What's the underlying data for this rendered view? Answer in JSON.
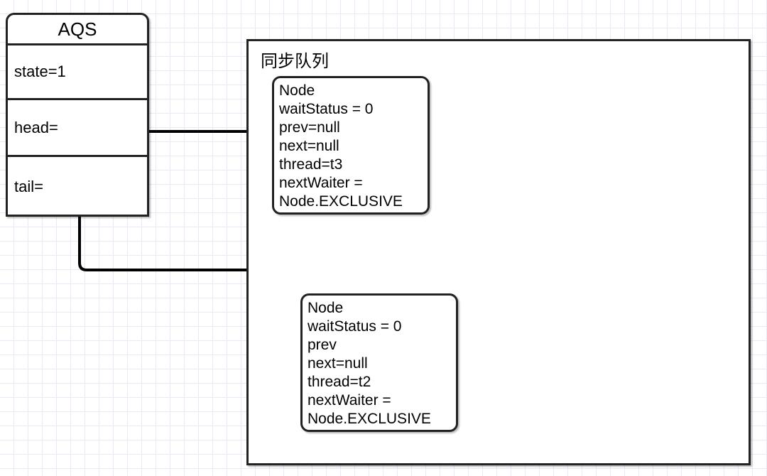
{
  "diagram": {
    "title": "AQS synchronization queue state",
    "background": {
      "grid_color": "#e9e9f7",
      "page_color": "#ffffff"
    },
    "stroke_color": "#222222"
  },
  "aqs": {
    "title": "AQS",
    "rows": [
      {
        "label": "state=1"
      },
      {
        "label": "head="
      },
      {
        "label": "tail="
      }
    ]
  },
  "queue": {
    "title": "同步队列"
  },
  "nodes": [
    {
      "id": "node-head",
      "lines": [
        "Node",
        "waitStatus = 0",
        "prev=null",
        "next=null",
        "thread=t3",
        "nextWaiter =",
        "Node.EXCLUSIVE"
      ]
    },
    {
      "id": "node-tail",
      "lines": [
        "Node",
        "waitStatus = 0",
        "prev",
        "next=null",
        "thread=t2",
        "nextWaiter =",
        "Node.EXCLUSIVE"
      ]
    }
  ],
  "connectors": [
    {
      "id": "head-pointer",
      "from": "aqs.head",
      "to": "node-head.left",
      "style": "straight-arrow"
    },
    {
      "id": "tail-pointer",
      "from": "aqs.tail",
      "to": "node-head.bottom",
      "style": "elbow-arrow"
    }
  ]
}
